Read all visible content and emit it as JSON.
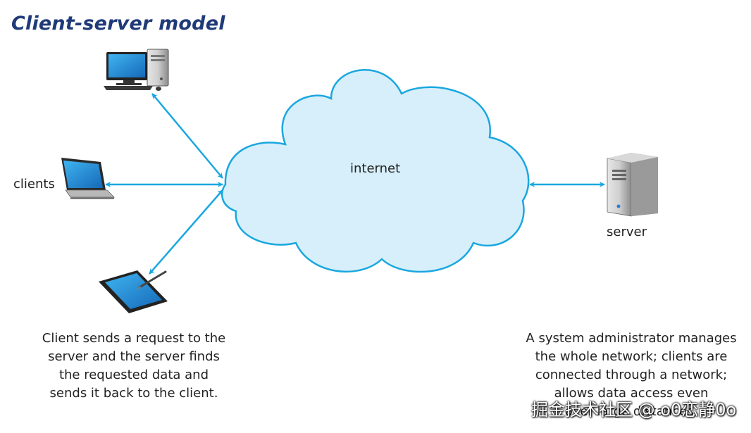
{
  "title": "Client-server model",
  "labels": {
    "clients": "clients",
    "internet": "internet",
    "server": "server"
  },
  "captions": {
    "client": [
      "Client sends a request to the",
      "server and the server finds",
      "the requested data and",
      "sends it back to the client."
    ],
    "server": [
      "A system administrator manages",
      "the whole network; clients are",
      "connected through a network;",
      "allows data access even",
      "over large distances."
    ]
  },
  "watermark": "掘金技术社区 @ o0恋静0o",
  "icons": [
    "desktop-computer-icon",
    "laptop-icon",
    "tablet-with-stylus-icon",
    "server-tower-icon",
    "cloud-shape"
  ],
  "colors": {
    "title": "#1f3a78",
    "arrow": "#1aa7e0",
    "cloud_fill": "#d7effa",
    "cloud_stroke": "#1aa7e0",
    "screen": "#1e8fd6"
  }
}
